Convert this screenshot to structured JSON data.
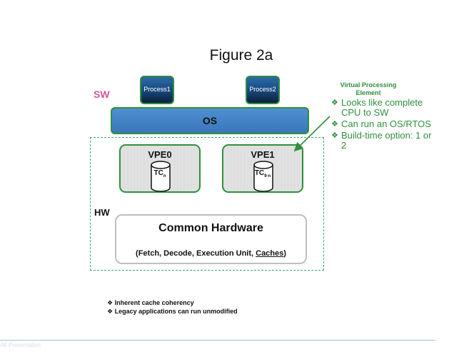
{
  "title": "Figure 2a",
  "sw_label": "SW",
  "hw_label": "HW",
  "processes": [
    {
      "label": "Process1"
    },
    {
      "label": "Process2"
    }
  ],
  "os_label": "OS",
  "vpes": [
    {
      "title": "VPE0",
      "tc_main": "TC",
      "tc_sub": "n"
    },
    {
      "title": "VPE1",
      "tc_main": "TC",
      "tc_sub": "9-n"
    }
  ],
  "common_hardware": {
    "title": "Common Hardware",
    "subtitle_prefix": "(Fetch, Decode, Execution Unit, ",
    "subtitle_underlined": "Caches",
    "subtitle_suffix": ")"
  },
  "vpe_note": {
    "title": "Virtual Processing Element",
    "bullets": [
      "Looks like complete CPU to SW",
      "Can run an OS/RTOS",
      "Build-time option: 1 or 2"
    ]
  },
  "notes": [
    "Inherent cache coherency",
    "Legacy applications can run unmodified"
  ],
  "footer": "4K Presentation",
  "colors": {
    "green": "#2f8f3d",
    "sw_pink": "#d1559a",
    "os_blue": "#3a76bb",
    "footer_line": "#9cc6e0"
  },
  "icons": {
    "bullet": "diamond-bullet-icon",
    "tc": "cylinder-icon"
  }
}
